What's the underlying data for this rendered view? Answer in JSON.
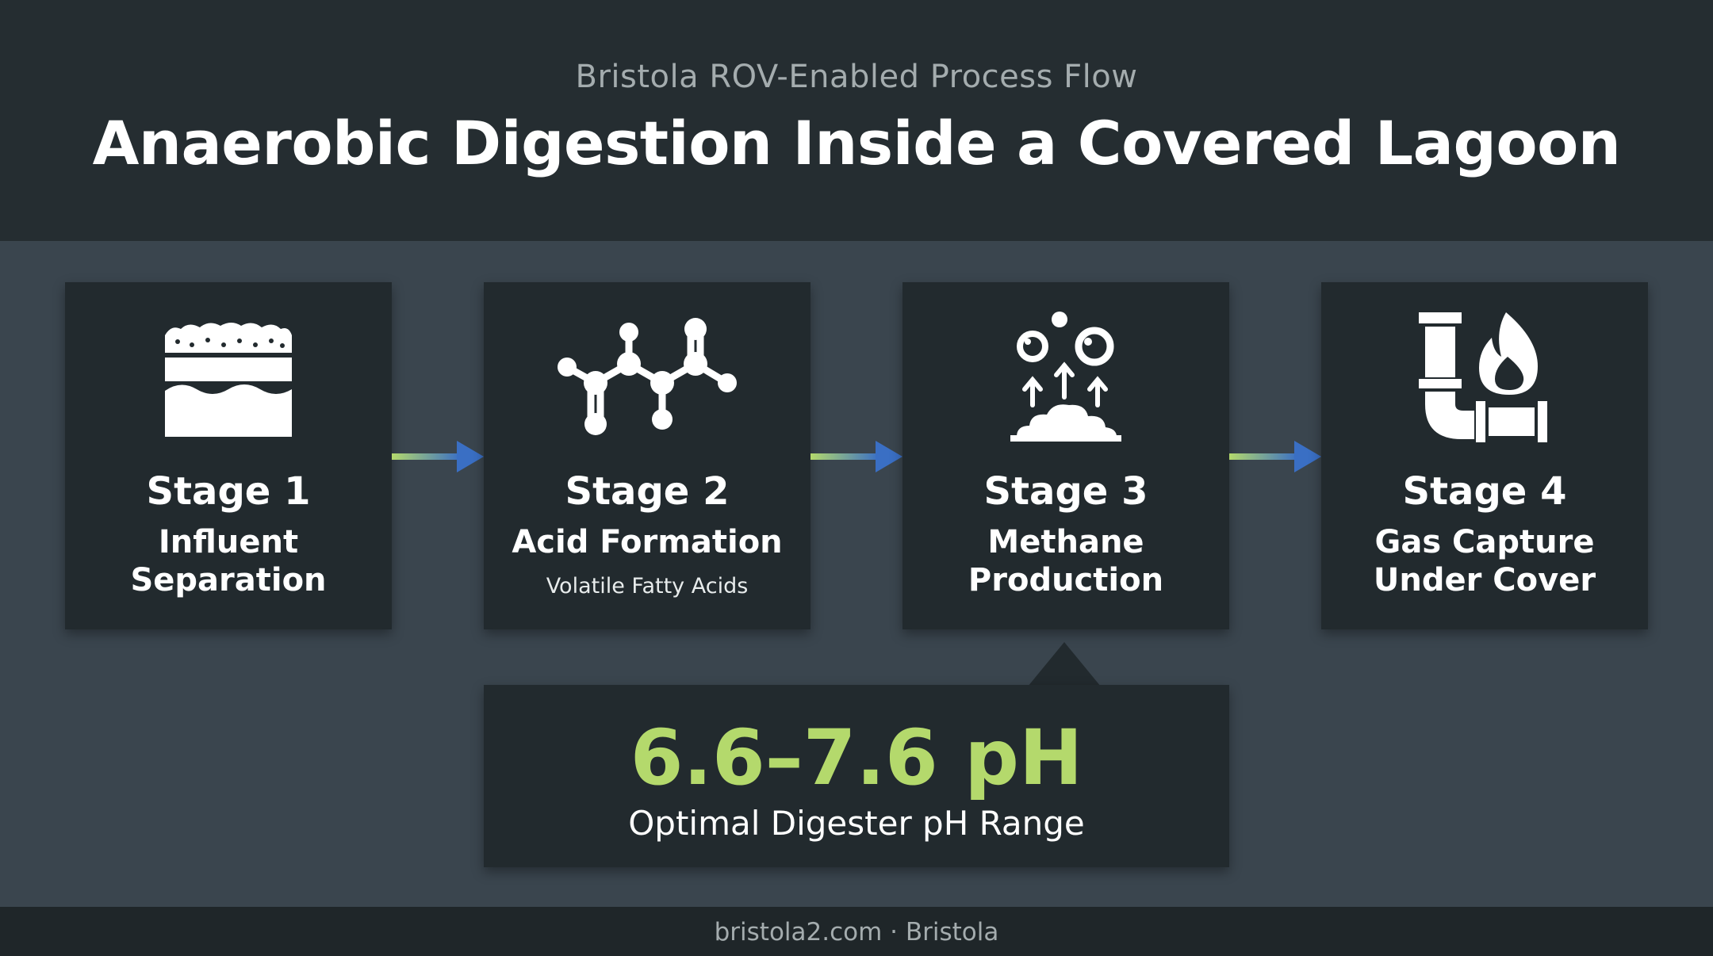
{
  "header": {
    "subtitle": "Bristola ROV-Enabled Process Flow",
    "title": "Anaerobic Digestion Inside a Covered Lagoon"
  },
  "stages": [
    {
      "label": "Stage 1",
      "name": "Influent Separation",
      "note": "",
      "icon": "sediment-layers-icon"
    },
    {
      "label": "Stage 2",
      "name": "Acid Formation",
      "note": "Volatile Fatty Acids",
      "icon": "molecule-icon"
    },
    {
      "label": "Stage 3",
      "name": "Methane Production",
      "note": "",
      "icon": "rising-bubbles-icon"
    },
    {
      "label": "Stage 4",
      "name": "Gas Capture Under Cover",
      "note": "",
      "icon": "pipe-flame-icon"
    }
  ],
  "callout": {
    "value": "6.6–7.6 pH",
    "caption": "Optimal Digester pH Range"
  },
  "footer": {
    "text": "bristola2.com · Bristola"
  },
  "colors": {
    "header_bg": "#252d31",
    "body_bg": "#3a454e",
    "card_bg": "#222a2e",
    "accent_green": "#b4d96c",
    "accent_blue": "#3a6fc4"
  }
}
